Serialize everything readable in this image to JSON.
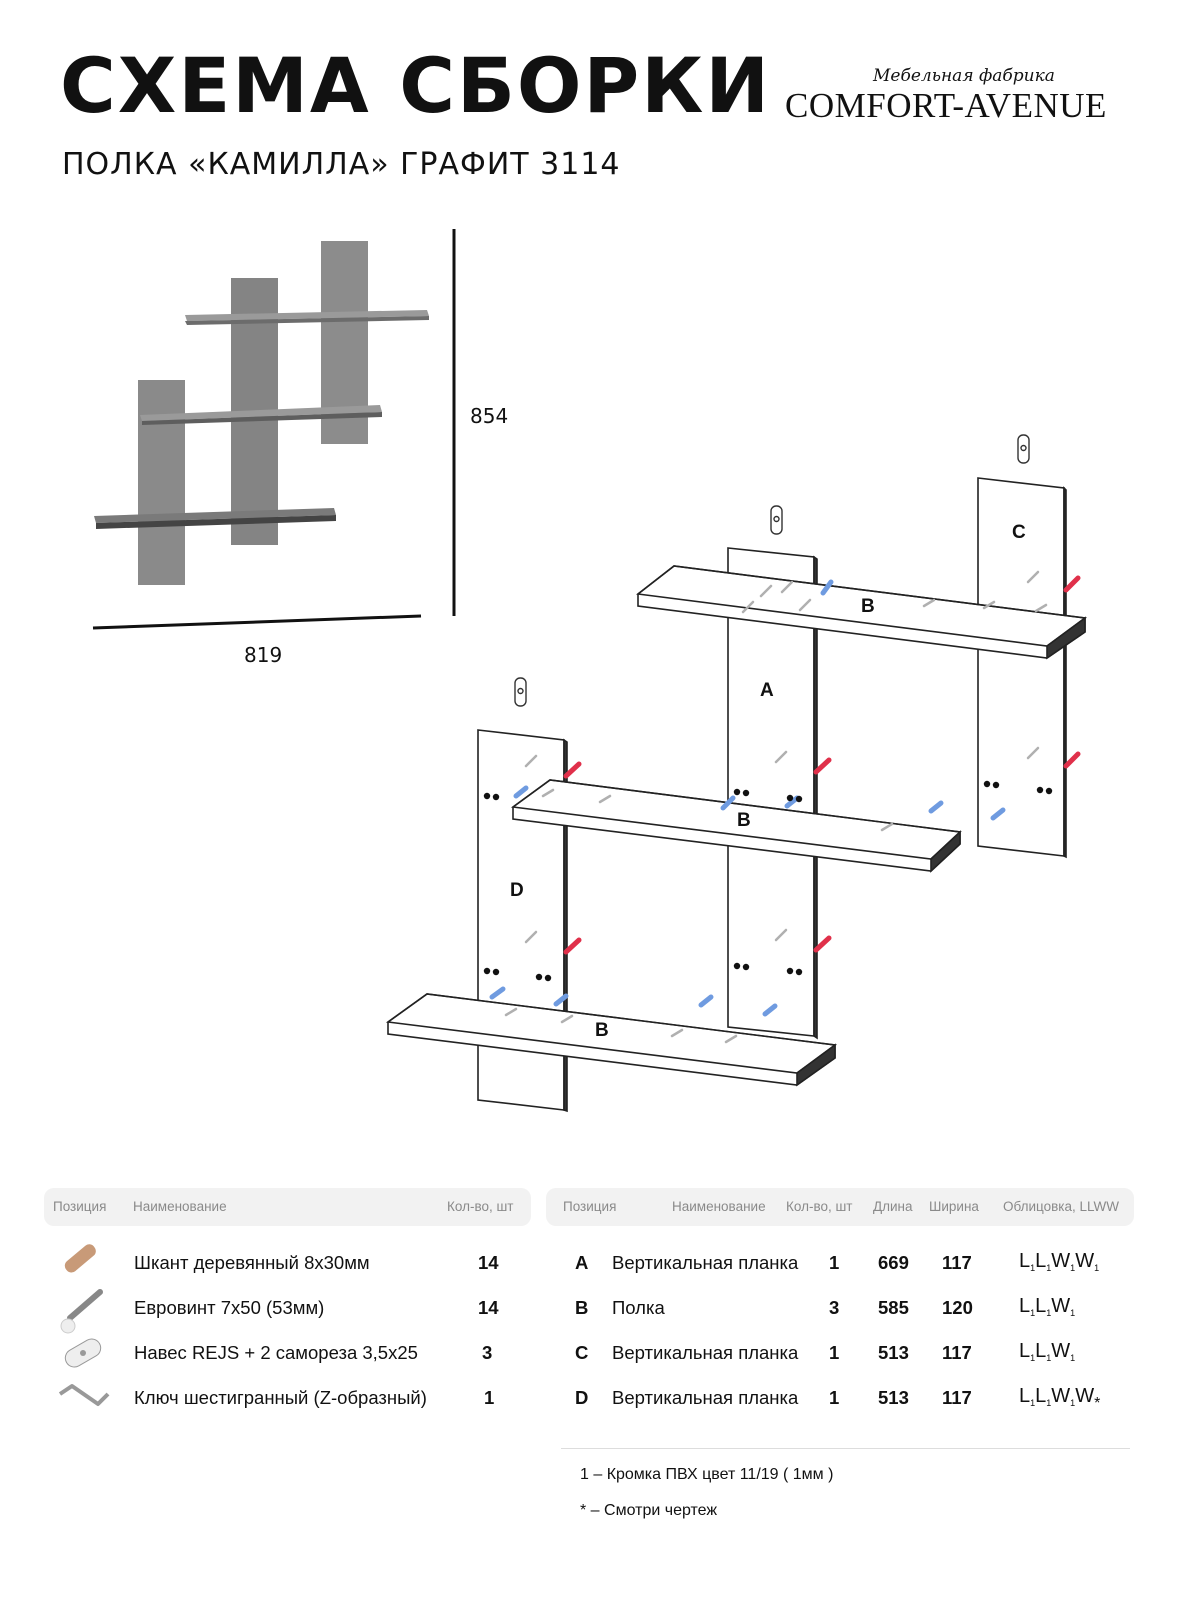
{
  "header": {
    "title": "СХЕМА СБОРКИ",
    "subtitle": "ПОЛКА «КАМИЛЛА» ГРАФИТ 3114",
    "brand_small": "Мебельная фабрика",
    "brand_big": "COMFORT-AVENUE"
  },
  "dimensions": {
    "height": "854",
    "width": "819"
  },
  "diagram_labels": {
    "a": "A",
    "b1": "B",
    "b2": "B",
    "b3": "B",
    "c": "C",
    "d": "D"
  },
  "fittings_table": {
    "headers": {
      "pos": "Позиция",
      "name": "Наименование",
      "qty": "Кол-во, шт"
    },
    "rows": [
      {
        "name": "Шкант деревянный 8х30мм",
        "qty": "14"
      },
      {
        "name": "Евровинт 7х50 (53мм)",
        "qty": "14"
      },
      {
        "name": "Навес REJS + 2 самореза 3,5х25",
        "qty": "3"
      },
      {
        "name": "Ключ шестигранный (Z-образный)",
        "qty": "1"
      }
    ]
  },
  "parts_table": {
    "headers": {
      "pos": "Позиция",
      "name": "Наименование",
      "qty": "Кол-во, шт",
      "length": "Длина",
      "width": "Ширина",
      "edge": "Облицовка, LLWW"
    },
    "rows": [
      {
        "pos": "A",
        "name": "Вертикальная планка",
        "qty": "1",
        "length": "669",
        "width": "117",
        "edge": [
          [
            "L",
            "1"
          ],
          [
            "L",
            "1"
          ],
          [
            "W",
            "1"
          ],
          [
            "W",
            "1"
          ]
        ]
      },
      {
        "pos": "B",
        "name": "Полка",
        "qty": "3",
        "length": "585",
        "width": "120",
        "edge": [
          [
            "L",
            "1"
          ],
          [
            "L",
            "1"
          ],
          [
            "W",
            "1"
          ]
        ]
      },
      {
        "pos": "C",
        "name": "Вертикальная планка",
        "qty": "1",
        "length": "513",
        "width": "117",
        "edge": [
          [
            "L",
            "1"
          ],
          [
            "L",
            "1"
          ],
          [
            "W",
            "1"
          ]
        ]
      },
      {
        "pos": "D",
        "name": "Вертикальная планка",
        "qty": "1",
        "length": "513",
        "width": "117",
        "edge": [
          [
            "L",
            "1"
          ],
          [
            "L",
            "1"
          ],
          [
            "W",
            "1"
          ],
          [
            "W",
            "*"
          ]
        ]
      }
    ]
  },
  "notes": {
    "n1": "1 – Кромка ПВХ цвет 11/19 ( 1мм )",
    "n2": "* – Смотри чертеж"
  },
  "colors": {
    "shelf": "#8a8a8a",
    "shelf_dark": "#6f6f6f",
    "screw_red": "#e0304a",
    "dowel_blue": "#6f9be0",
    "header_bg": "#f2f2f2"
  }
}
